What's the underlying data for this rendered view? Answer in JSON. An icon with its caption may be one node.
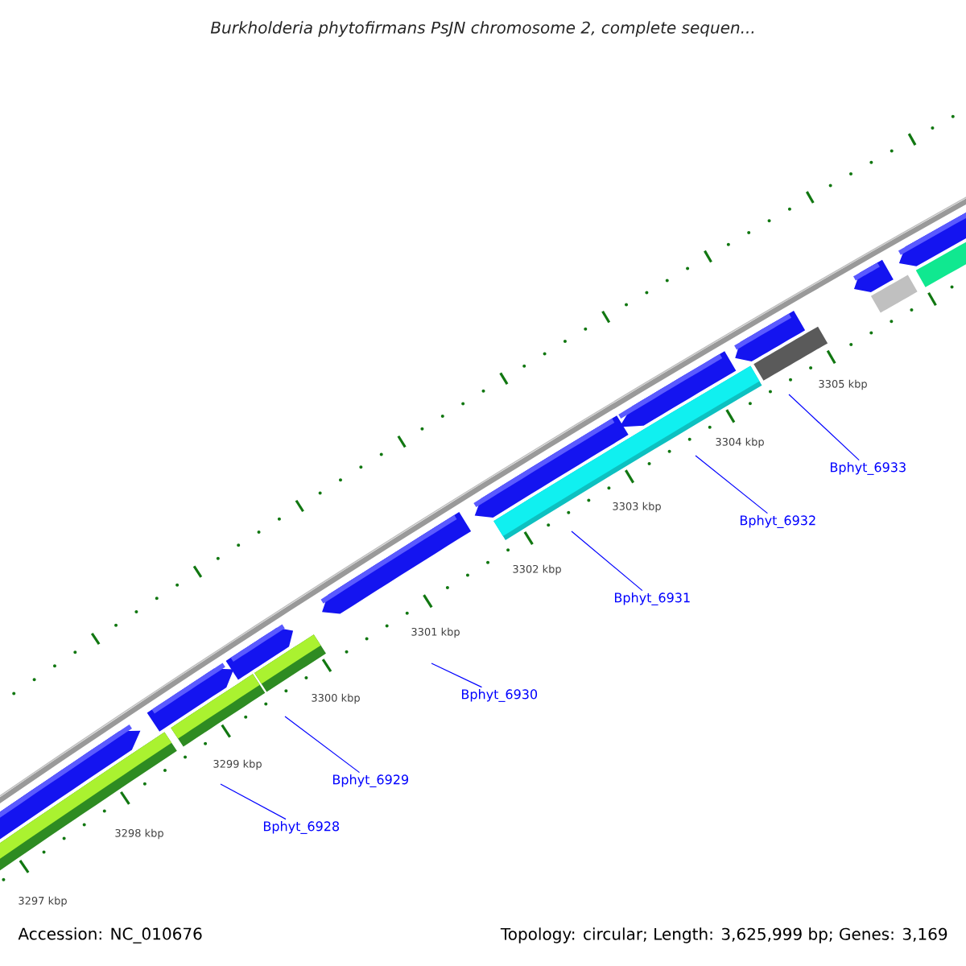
{
  "diagram": {
    "title": "Burkholderia phytofirmans PsJN chromosome 2, complete sequen...",
    "nodes": [
      {
        "text": [
          "Bphyt_6928"
        ]
      },
      {
        "text": [
          "Bphyt_6929"
        ]
      },
      {
        "text": [
          "Bphyt_6930"
        ]
      },
      {
        "text": [
          "Bphyt_6931"
        ]
      },
      {
        "text": [
          "Bphyt_6932"
        ]
      },
      {
        "text": [
          "Bphyt_6933"
        ]
      }
    ],
    "edges": [
      {
        "from": 0,
        "to": null,
        "arrow": "none"
      },
      {
        "from": 1,
        "to": null,
        "arrow": "none"
      },
      {
        "from": 2,
        "to": null,
        "arrow": "none"
      },
      {
        "from": 3,
        "to": null,
        "arrow": "none"
      },
      {
        "from": 4,
        "to": null,
        "arrow": "none"
      },
      {
        "from": 5,
        "to": null,
        "arrow": "none"
      }
    ],
    "labels": [
      "3297 kbp",
      "3298 kbp",
      "3299 kbp",
      "3300 kbp",
      "3301 kbp",
      "3302 kbp",
      "3303 kbp",
      "3304 kbp",
      "3305 kbp",
      "Accession: NC_010676",
      "Topology: circular; Length: 3,625,999 bp; Genes: 3,169"
    ]
  }
}
